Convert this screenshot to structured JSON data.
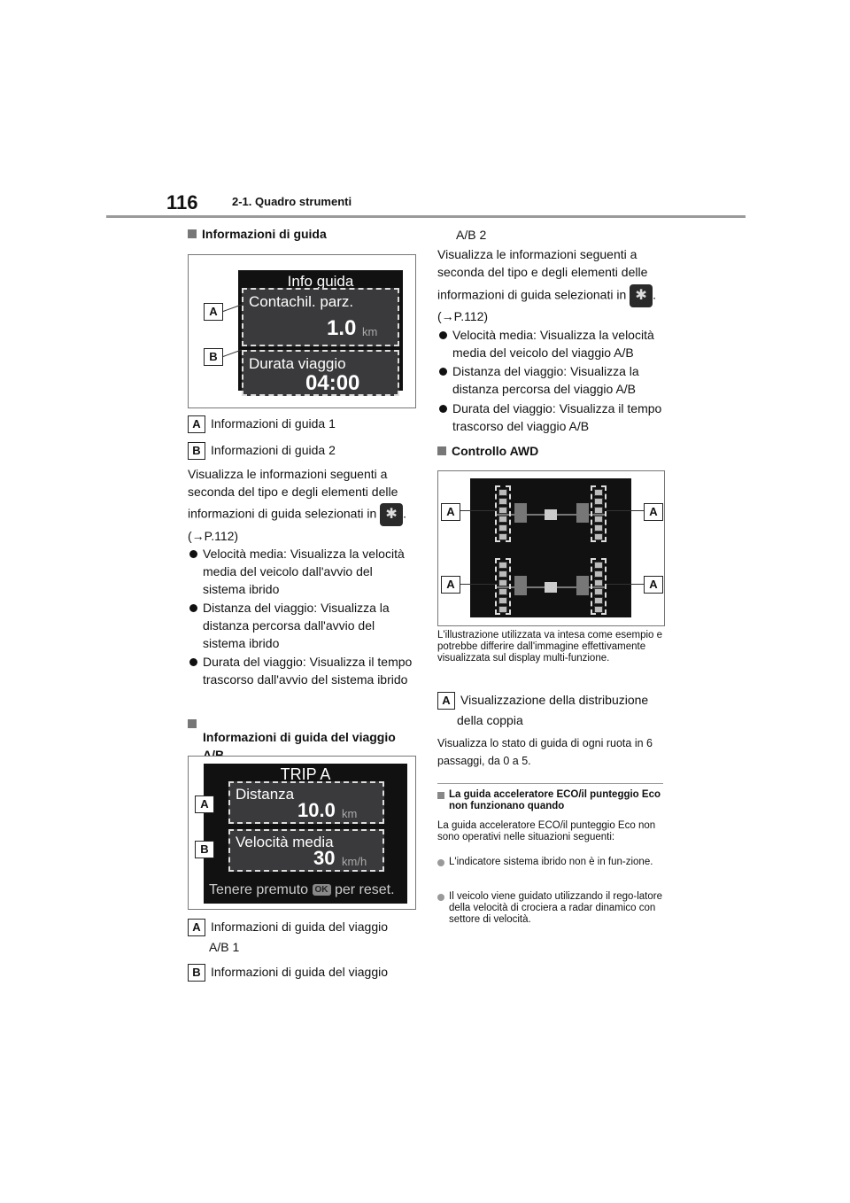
{
  "header": {
    "page_number": "116",
    "chapter": "2-1. Quadro strumenti"
  },
  "left": {
    "h1": "Informazioni di guida",
    "fig1": {
      "title": "Info guida",
      "p1_label": "Contachil. parz.",
      "p1_value": "1.0",
      "p1_unit": "km",
      "p2_label": "Durata viaggio",
      "p2_value": "04:00",
      "callA": "A",
      "callB": "B"
    },
    "legendA": "Informazioni di guida 1",
    "legendB": "Informazioni di guida 2",
    "para1": "Visualizza le informazioni seguenti a seconda del tipo e degli elementi delle",
    "para1b": "informazioni di guida selezionati in",
    "para1c": ".",
    "ref1": "(→P.112)",
    "b1": "Velocità media: Visualizza la velocità media del veicolo dall'avvio del sistema ibrido",
    "b2": "Distanza del viaggio: Visualizza la distanza percorsa dall'avvio del sistema ibrido",
    "b3": "Durata del viaggio: Visualizza il tempo trascorso dall'avvio del sistema ibrido",
    "h2": "Informazioni di guida del viaggio A/B",
    "fig2": {
      "title": "TRIP A",
      "p1_label": "Distanza",
      "p1_value": "10.0",
      "p1_unit": "km",
      "p2_label": "Velocità media",
      "p2_value": "30",
      "p2_unit": "km/h",
      "footer_a": "Tenere premuto",
      "footer_ok": "OK",
      "footer_b": "per reset.",
      "callA": "A",
      "callB": "B"
    },
    "legendA2": "Informazioni di guida del viaggio",
    "legendA2b": "A/B 1",
    "legendB2": "Informazioni di guida del viaggio"
  },
  "right": {
    "cont": "A/B 2",
    "para1": "Visualizza le informazioni seguenti a seconda del tipo e degli elementi delle",
    "para1b": "informazioni di guida selezionati in",
    "para1c": ".",
    "ref1": "(→P.112)",
    "b1": "Velocità media: Visualizza la velocità media del veicolo del viaggio A/B",
    "b2": "Distanza del viaggio: Visualizza la distanza percorsa del viaggio A/B",
    "b3": "Durata del viaggio: Visualizza il tempo trascorso del viaggio A/B",
    "h3": "Controllo AWD",
    "fig3": {
      "callA": "A"
    },
    "caption": "L'illustrazione utilizzata va intesa come esempio e potrebbe differire dall'immagine effettivamente visualizzata sul display multi-funzione.",
    "legendA": "Visualizzazione della distribuzione",
    "legendA2": "della coppia",
    "desc": "Visualizza lo stato di guida di ogni ruota in 6 passaggi, da 0 a 5.",
    "note_h": "La guida acceleratore ECO/il punteggio Eco non funzionano quando",
    "note_p": "La guida acceleratore ECO/il punteggio Eco non sono operativi nelle situazioni seguenti:",
    "n1": "L'indicatore sistema ibrido non è in fun-zione.",
    "n2": "Il veicolo viene guidato utilizzando il rego-latore della velocità di crociera a radar dinamico con settore di velocità."
  }
}
